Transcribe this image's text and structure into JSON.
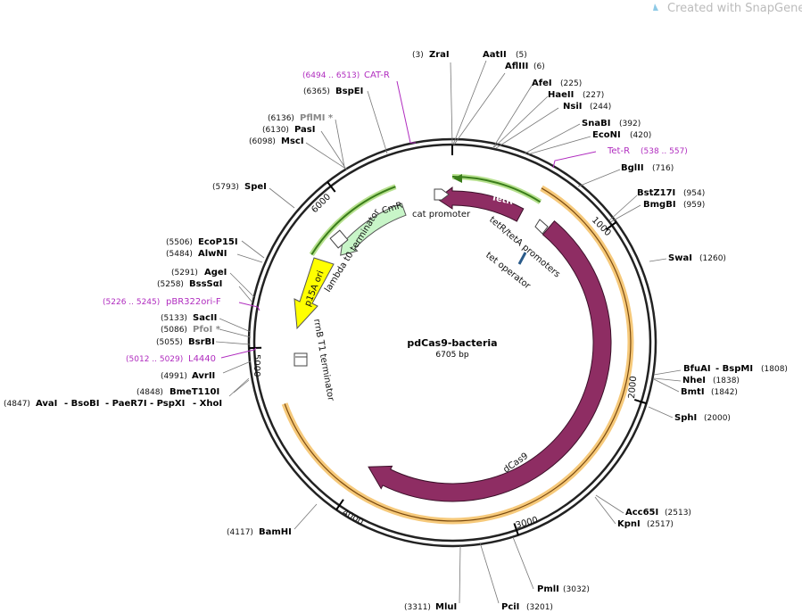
{
  "watermark": "Created with SnapGene®",
  "plasmid": {
    "name": "pdCas9-bacteria",
    "size_label": "6705 bp",
    "length": 6705
  },
  "ticks": [
    "1000",
    "2000",
    "3000",
    "4000",
    "5000",
    "6000"
  ],
  "enzymes": [
    {
      "id": "zrai",
      "text": "(3)",
      "name": "ZraI"
    },
    {
      "id": "aatii",
      "name": "AatII",
      "text": "(5)"
    },
    {
      "id": "aflii",
      "name": "AflIII",
      "text": "(6)"
    },
    {
      "id": "afei",
      "name": "AfeI",
      "text": "(225)"
    },
    {
      "id": "haeii",
      "name": "HaeII",
      "text": "(227)"
    },
    {
      "id": "nsii",
      "name": "NsiI",
      "text": "(244)"
    },
    {
      "id": "snabi",
      "name": "SnaBI",
      "text": "(392)"
    },
    {
      "id": "econi",
      "name": "EcoNI",
      "text": "(420)"
    },
    {
      "id": "bglii",
      "name": "BglII",
      "text": "(716)"
    },
    {
      "id": "bstz17i",
      "name": "BstZ17I",
      "text": "(954)"
    },
    {
      "id": "bmgbi",
      "name": "BmgBI",
      "text": "(959)"
    },
    {
      "id": "swai",
      "name": "SwaI",
      "text": "(1260)"
    },
    {
      "id": "bfuai",
      "name": "BfuAI",
      "text": "(1808)"
    },
    {
      "id": "bspmi",
      "name": "- BspMI",
      "text": ""
    },
    {
      "id": "nhei",
      "name": "NheI",
      "text": "(1838)"
    },
    {
      "id": "bmti",
      "name": "BmtI",
      "text": "(1842)"
    },
    {
      "id": "sphi",
      "name": "SphI",
      "text": "(2000)"
    },
    {
      "id": "acc65i",
      "name": "Acc65I",
      "text": "(2513)"
    },
    {
      "id": "kpni",
      "name": "KpnI",
      "text": "(2517)"
    },
    {
      "id": "pmli",
      "name": "PmlI",
      "text": "(3032)"
    },
    {
      "id": "pcii",
      "name": "PciI",
      "text": "(3201)"
    },
    {
      "id": "mlui",
      "name": "MluI",
      "text": "(3311)"
    },
    {
      "id": "bamhi",
      "name": "BamHI",
      "text": "(4117)"
    },
    {
      "id": "aval",
      "name": "AvaI",
      "text": "(4847)"
    },
    {
      "id": "bsobi",
      "name": "- BsoBI",
      "text": ""
    },
    {
      "id": "paer7i",
      "name": "- PaeR7I",
      "text": ""
    },
    {
      "id": "pspxi",
      "name": "- PspXI",
      "text": ""
    },
    {
      "id": "xhoi",
      "name": "- XhoI",
      "text": ""
    },
    {
      "id": "bmet110i",
      "name": "BmeT110I",
      "text": "(4848)"
    },
    {
      "id": "avrii",
      "name": "AvrII",
      "text": "(4991)"
    },
    {
      "id": "bsrbi",
      "name": "BsrBI",
      "text": "(5055)"
    },
    {
      "id": "pfoi",
      "name": "PfoI *",
      "text": "(5086)"
    },
    {
      "id": "sacii",
      "name": "SacII",
      "text": "(5133)"
    },
    {
      "id": "bsssai",
      "name": "BssSαI",
      "text": "(5258)"
    },
    {
      "id": "agei",
      "name": "AgeI",
      "text": "(5291)"
    },
    {
      "id": "alwni",
      "name": "AlwNI",
      "text": "(5484)"
    },
    {
      "id": "ecop15i",
      "name": "EcoP15I",
      "text": "(5506)"
    },
    {
      "id": "spei",
      "name": "SpeI",
      "text": "(5793)"
    },
    {
      "id": "msci",
      "name": "MscI",
      "text": "(6098)"
    },
    {
      "id": "pasi",
      "name": "PasI",
      "text": "(6130)"
    },
    {
      "id": "pflmi",
      "name": "PflMI *",
      "text": "(6136)"
    },
    {
      "id": "bspei",
      "name": "BspEI",
      "text": "(6365)"
    }
  ],
  "primers": [
    {
      "id": "cat-r",
      "name": "CAT-R",
      "range": "(6494 .. 6513)"
    },
    {
      "id": "tet-r",
      "name": "Tet-R",
      "range": "(538 .. 557)"
    },
    {
      "id": "pbr322ori-f",
      "name": "pBR322ori-F",
      "range": "(5226 .. 5245)"
    },
    {
      "id": "l4440",
      "name": "L4440",
      "range": "(5012 .. 5029)"
    }
  ],
  "features": {
    "tetr": "TetR",
    "cmr": "CmR",
    "cat_promoter": "cat promoter",
    "tetr_teta": "tetR/tetA promoters",
    "tet_operator": "tet operator",
    "lambda_t0": "lambda t0 terminator",
    "p15a": "p15A ori",
    "rrnb": "rrnB T1 terminator",
    "dcas9": "dCas9"
  },
  "colors": {
    "cds": "#8e2d63",
    "ori": "#ffff00",
    "cmr": "#c8f5c8",
    "orange_band": "#f6c97a",
    "green_arrow": "#3a7d1a",
    "primer": "#b02cbf"
  }
}
